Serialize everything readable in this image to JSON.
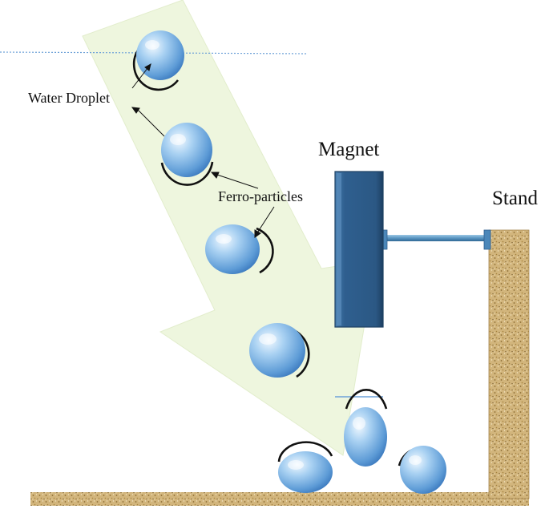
{
  "labels": {
    "water_droplet": "Water Droplet",
    "ferro_particles": "Ferro-particles",
    "magnet": "Magnet",
    "stand": "Stand"
  },
  "colors": {
    "arrow_fill": "#eef6de",
    "droplet_light": "#d9ecfb",
    "droplet_mid": "#7fb6e6",
    "droplet_dark": "#3a7cc3",
    "ferro_rim": "#111111",
    "magnet_body": "#2f5f8f",
    "magnet_edge": "#1d3f62",
    "rod": "#5f9ec7",
    "sand": "#c8a76a",
    "sand_dark": "#8a6a33",
    "dotted_line": "#6fa2d8"
  },
  "icons": {
    "arrow": "motion-path-arrow",
    "droplet": "water-droplet-icon",
    "magnet": "bar-magnet-icon",
    "stand": "sand-stand-icon"
  }
}
